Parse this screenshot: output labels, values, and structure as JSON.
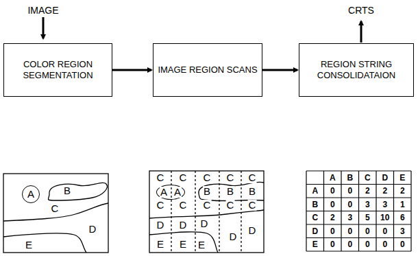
{
  "diagram": {
    "nodes": [
      {
        "text": [
          "COLOR REGION SEGMENTATION"
        ]
      },
      {
        "text": [
          "IMAGE REGION SCANS"
        ]
      },
      {
        "text": [
          "REGION STRING CONSOLIDATAION"
        ]
      },
      {
        "text": [
          "A"
        ]
      },
      {
        "text": [
          "A",
          "A"
        ]
      }
    ],
    "edges": [
      {
        "from": 0,
        "to": 1,
        "arrow": "to"
      },
      {
        "from": 1,
        "to": 2,
        "arrow": "to"
      }
    ],
    "labels": [
      "IMAGE",
      "CRTS",
      "B",
      "C",
      "D",
      "E",
      "C",
      "C",
      "C",
      "C",
      "C",
      "B",
      "B",
      "B",
      "C",
      "C",
      "C",
      "C",
      "C",
      "D",
      "D",
      "D",
      "D",
      "D",
      "E",
      "E",
      "E",
      "A",
      "B",
      "C",
      "D",
      "E",
      "A",
      "0",
      "0",
      "2",
      "2",
      "2",
      "B",
      "0",
      "0",
      "3",
      "3",
      "1",
      "C",
      "2",
      "3",
      "5",
      "10",
      "6",
      "D",
      "0",
      "0",
      "0",
      "0",
      "3",
      "E",
      "0",
      "0",
      "0",
      "0",
      "0"
    ]
  }
}
